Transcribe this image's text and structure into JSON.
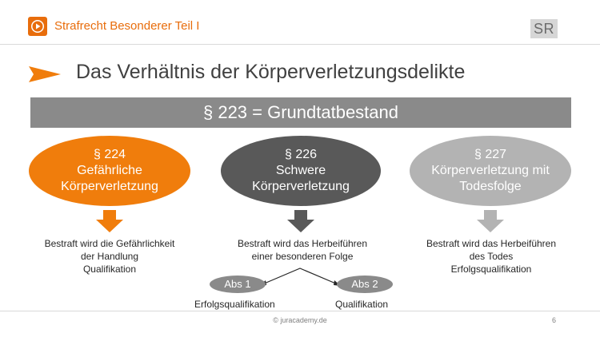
{
  "header": {
    "title": "Strafrecht Besonderer Teil I",
    "badge": "SR",
    "play_icon": "play-icon",
    "accent": "#e86d0c"
  },
  "slide": {
    "title": "Das Verhältnis der Körperverletzungsdelikte",
    "base": "§ 223 = Grundtatbestand"
  },
  "nodes": [
    {
      "lines": [
        "§ 224",
        "Gefährliche",
        "Körperverletzung"
      ],
      "color": "#f07d0c",
      "description": [
        "Bestraft wird die Gefährlichkeit",
        "der Handlung",
        "Qualifikation"
      ]
    },
    {
      "lines": [
        "§ 226",
        "Schwere",
        "Körperverletzung"
      ],
      "color": "#595959",
      "description": [
        "Bestraft wird das Herbeiführen",
        "einer besonderen Folge"
      ]
    },
    {
      "lines": [
        "§ 227",
        "Körperverletzung mit",
        "Todesfolge"
      ],
      "color": "#b3b3b3",
      "description": [
        "Bestraft wird das Herbeiführen",
        "des Todes",
        "Erfolgsqualifikation"
      ]
    }
  ],
  "subcases": [
    {
      "label": "Abs 1",
      "type": "Erfolgsqualifikation"
    },
    {
      "label": "Abs 2",
      "type": "Qualifikation"
    }
  ],
  "footer": {
    "copyright": "© juracademy.de",
    "page": "6"
  }
}
